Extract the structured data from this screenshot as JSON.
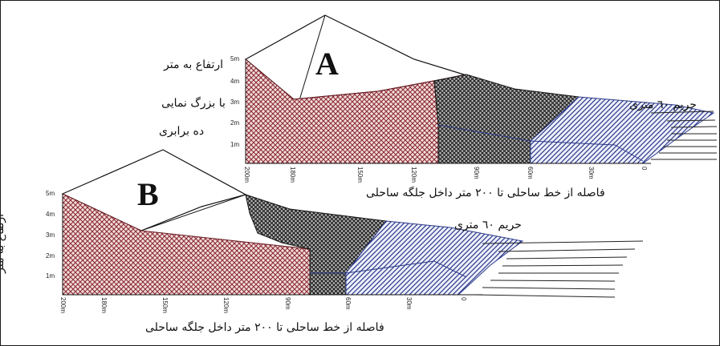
{
  "colors": {
    "backshore": "#8b2c33",
    "dune": "#3a3a3a",
    "wetland": "#2b3a8a",
    "line": "#111111"
  },
  "diagram_a": {
    "label": "A",
    "y_labels": [
      "5m",
      "4m",
      "3m",
      "2m",
      "1m"
    ],
    "x_labels": [
      "200m",
      "180m",
      "150m",
      "120m",
      "90m",
      "60m",
      "30m",
      "0"
    ],
    "note_60m": "حریم ٦٠ متری",
    "x_axis_title": "فاصله از خط ساحلی تا ۲۰۰ متر داخل جلگه ساحلی"
  },
  "diagram_b": {
    "label": "B",
    "y_labels": [
      "5m",
      "4m",
      "3m",
      "2m",
      "1m"
    ],
    "x_labels": [
      "200m",
      "180m",
      "150m",
      "120m",
      "90m",
      "60m",
      "30m",
      "0"
    ],
    "note_60m": "حریم ٦٠ متری",
    "x_axis_title": "فاصله از خط ساحلی تا ۲۰۰ متر داخل جلگه ساحلی",
    "y_axis_title": "ارتفاع به متر"
  },
  "legend_note": {
    "line1": "ارتفاع به متر",
    "line2": "با بزرگ نمایی",
    "line3": "ده برابری"
  }
}
